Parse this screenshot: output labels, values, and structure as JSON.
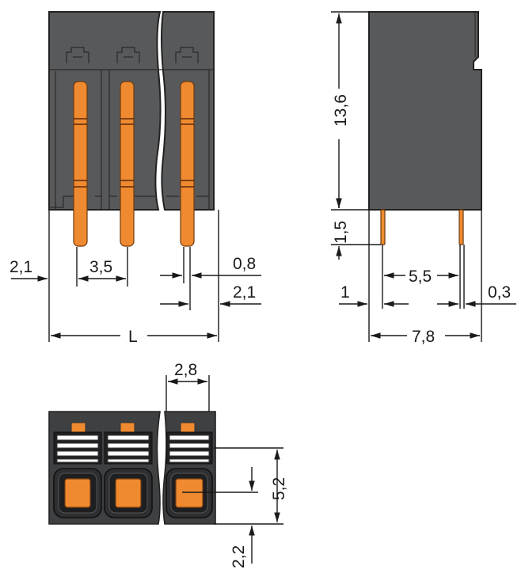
{
  "colors": {
    "housing": "#58595b",
    "pin": "#f08a30",
    "line": "#1a1a1a"
  },
  "front_view": {
    "dim_edge": "2,1",
    "dim_pitch": "3,5",
    "dim_pin_width": "0,8",
    "dim_edge_right": "2,1",
    "dim_length": "L"
  },
  "side_view": {
    "dim_height": "13,6",
    "dim_pin_length": "1,5",
    "dim_pin_spacing": "5,5",
    "dim_offset": "1",
    "dim_pin_thickness": "0,3",
    "dim_depth": "7,8"
  },
  "top_view": {
    "dim_pitch": "2,8",
    "dim_height": "5,2",
    "dim_offset": "2,2"
  }
}
